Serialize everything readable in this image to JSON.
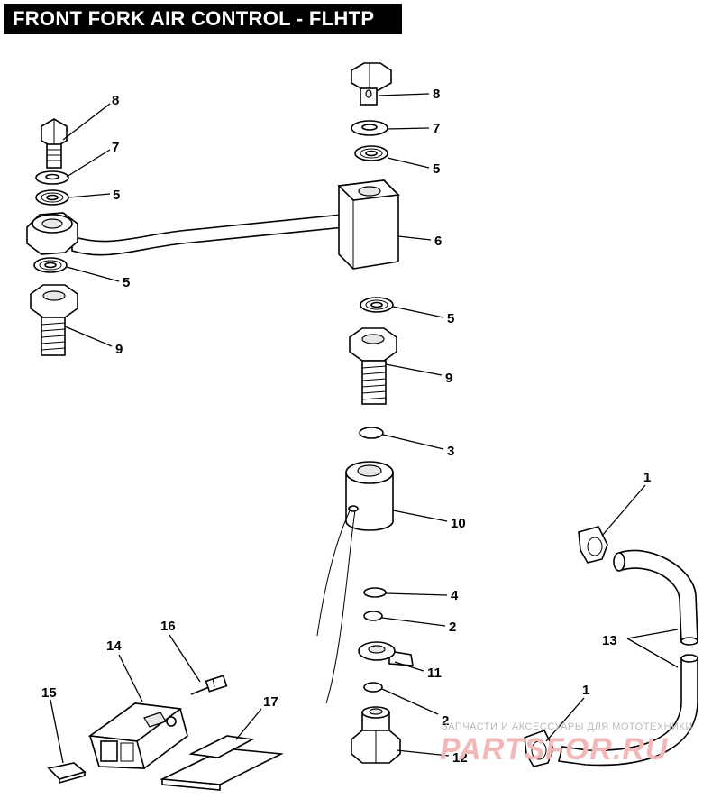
{
  "title": "FRONT FORK AIR CONTROL - FLHTP",
  "callouts": {
    "c8a": "8",
    "c7a": "7",
    "c5a": "5",
    "c5b": "5",
    "c9a": "9",
    "c8b": "8",
    "c7b": "7",
    "c5c": "5",
    "c6": "6",
    "c5d": "5",
    "c9b": "9",
    "c3": "3",
    "c10": "10",
    "c4": "4",
    "c2a": "2",
    "c11": "11",
    "c2b": "2",
    "c12": "12",
    "c1a": "1",
    "c13": "13",
    "c1b": "1",
    "c14": "14",
    "c15": "15",
    "c16": "16",
    "c17": "17"
  },
  "watermark": {
    "tagline": "ЗАПЧАСТИ И АКСЕССУАРЫ ДЛЯ МОТОТЕХНИКИ",
    "logo": "PARTSFOR.RU"
  }
}
